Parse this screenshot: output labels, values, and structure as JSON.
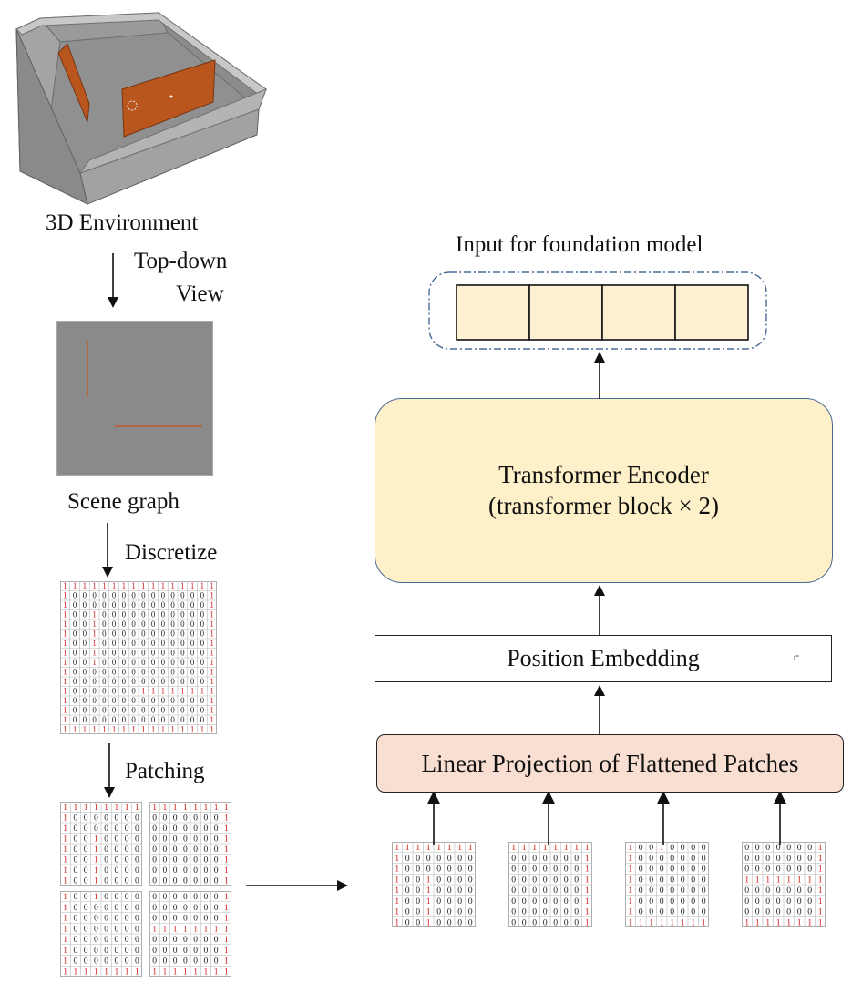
{
  "labels": {
    "environment": "3D Environment",
    "topdown_line1": "Top-down",
    "topdown_line2": "View",
    "scene_graph": "Scene graph",
    "discretize": "Discretize",
    "patching": "Patching"
  },
  "blocks": {
    "input_title": "Input for foundation model",
    "encoder_line1": "Transformer Encoder",
    "encoder_line2": "(transformer block × 2)",
    "position_embedding": "Position Embedding",
    "linear_projection": "Linear Projection of Flattened Patches"
  },
  "token_count": 4,
  "colors": {
    "token_fill": "#fef0d2",
    "encoder_fill": "#fef0c8",
    "encoder_border": "#4a6a96",
    "projection_fill": "#f9dfd2",
    "dashed_border": "#4a6a96",
    "wall_orange": "#b8561e",
    "scene_gray": "#8a8a8a",
    "grid_one_red": "#d62020"
  },
  "occupancy_grid": [
    "1111111111111111",
    "1000000000000001",
    "1000000000000001",
    "1001000000000001",
    "1001000000000001",
    "1001000000000001",
    "1001000000000001",
    "1001000000000001",
    "1001000000000001",
    "1000000000000001",
    "1000000000000001",
    "1000000011111111",
    "1000000000000001",
    "1000000000000001",
    "1000000000000001",
    "1111111111111111"
  ]
}
